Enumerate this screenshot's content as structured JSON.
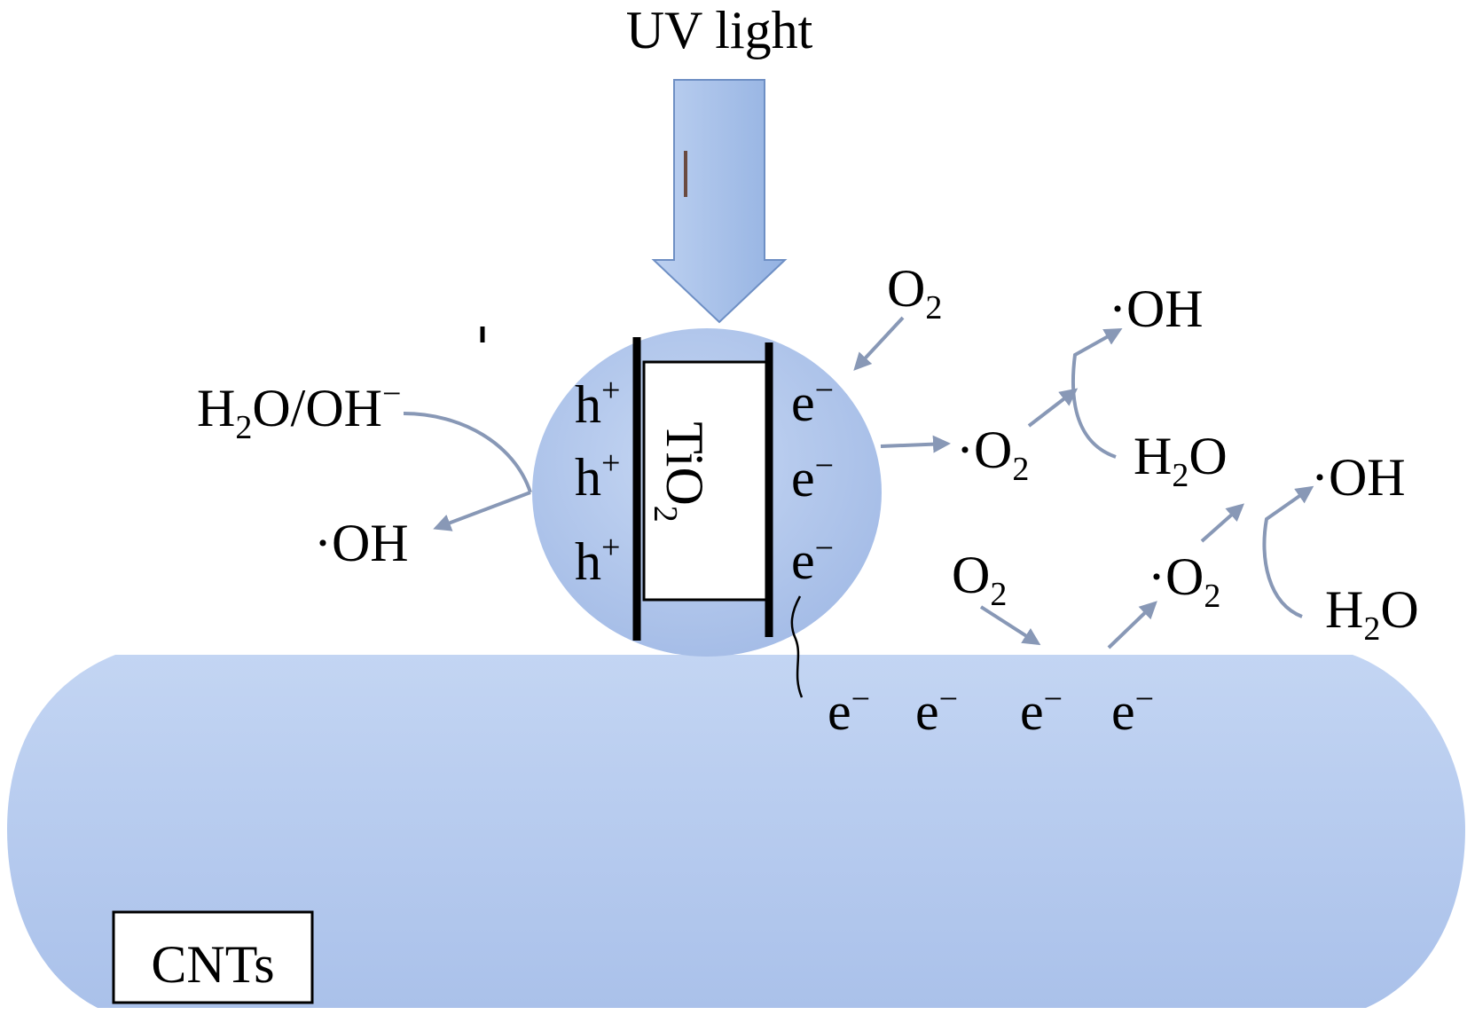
{
  "diagram": {
    "uv_label": "UV light",
    "tio2": {
      "main": "Ti",
      "o": "O",
      "sub": "2"
    },
    "holes": [
      {
        "base": "h",
        "sup": "+"
      },
      {
        "base": "h",
        "sup": "+"
      },
      {
        "base": "h",
        "sup": "+"
      }
    ],
    "electrons_particle": [
      {
        "base": "e",
        "sup": "−"
      },
      {
        "base": "e",
        "sup": "−"
      },
      {
        "base": "e",
        "sup": "−"
      }
    ],
    "electrons_tube": [
      {
        "base": "e",
        "sup": "−"
      },
      {
        "base": "e",
        "sup": "−"
      },
      {
        "base": "e",
        "sup": "−"
      },
      {
        "base": "e",
        "sup": "−"
      }
    ],
    "species": {
      "h2o_oh_minus": {
        "h": "H",
        "sub": "2",
        "rest": "O/OH",
        "sup": "−"
      },
      "oh_left": "·OH",
      "o2_top": {
        "base": "O",
        "sub": "2"
      },
      "o2_radical_1": {
        "base": "·O",
        "sub": "2"
      },
      "oh_top": "·OH",
      "h2o_1": {
        "h": "H",
        "sub": "2",
        "rest": "O"
      },
      "o2_mid": {
        "base": "O",
        "sub": "2"
      },
      "o2_radical_2": {
        "base": "·O",
        "sub": "2"
      },
      "oh_right": "·OH",
      "h2o_2": {
        "h": "H",
        "sub": "2",
        "rest": "O"
      }
    },
    "cnt_label": "CNTs",
    "colors": {
      "tube_fill": "#b7ccee",
      "particle_fill": "#aec4ea",
      "arrow_fill": "#9fbbe6",
      "arrow_stroke": "#6e8fc4",
      "reaction_arrow": "#8898b6",
      "band_line": "#000000"
    }
  }
}
